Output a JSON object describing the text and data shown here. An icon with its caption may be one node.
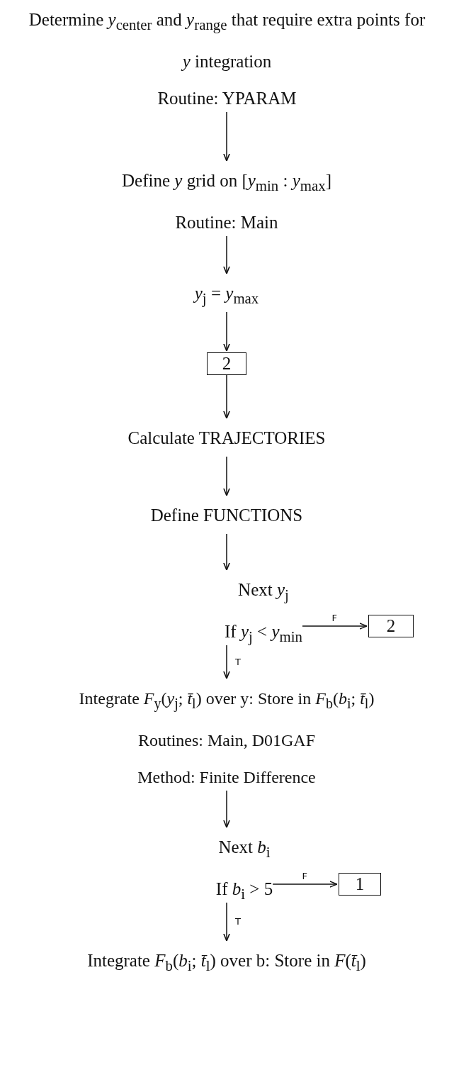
{
  "diagram": {
    "nodes": [
      {
        "text": [
          "Determine *y*$_{center}$ and *y*$_{range}$ that require extra points for *y* integration",
          "Routine: YPARAM"
        ]
      },
      {
        "text": [
          "Define *y* grid on [*y*$_{min}$ : *y*$_{max}$]",
          "Routine: Main"
        ]
      },
      {
        "text": [
          "*y*$_{j}$ = *y*$_{max}$"
        ]
      },
      {
        "text": [
          "2"
        ]
      },
      {
        "text": [
          "Calculate TRAJECTORIES"
        ]
      },
      {
        "text": [
          "Define FUNCTIONS"
        ]
      },
      {
        "text": [
          "Next *y*$_{j}$",
          "If *y*$_{j}$ < *y*$_{min}$"
        ]
      },
      {
        "text": [
          "2"
        ]
      },
      {
        "text": [
          "Integrate *F*$_{y}$(*y*$_{j}$; *t̄*$_{l}$) over y: Store in *F*$_{b}$(*b*$_{i}$; *t̄*$_{l}$)",
          "Routines: Main, D01GAF",
          "Method: Finite Difference"
        ]
      },
      {
        "text": [
          "Next *b*$_{i}$",
          "If *b*$_{i}$ > 5"
        ]
      },
      {
        "text": [
          "1"
        ]
      },
      {
        "text": [
          "Integrate *F*$_{b}$(*b*$_{i}$; *t̄*$_{l}$) over b: Store in *F*(*t̄*$_{l}$)"
        ]
      }
    ],
    "edges": [
      {
        "from": 0,
        "to": 1,
        "arrow": "to"
      },
      {
        "from": 1,
        "to": 2,
        "arrow": "to"
      },
      {
        "from": 2,
        "to": 3,
        "arrow": "to"
      },
      {
        "from": 3,
        "to": 4,
        "arrow": "to"
      },
      {
        "from": 4,
        "to": 5,
        "arrow": "to"
      },
      {
        "from": 5,
        "to": 6,
        "arrow": "to"
      },
      {
        "from": 6,
        "to": 7,
        "label": "F",
        "arrow": "to"
      },
      {
        "from": 6,
        "to": 8,
        "label": "T",
        "arrow": "to"
      },
      {
        "from": 8,
        "to": 9,
        "arrow": "to"
      },
      {
        "from": 9,
        "to": 10,
        "label": "F",
        "arrow": "to"
      },
      {
        "from": 9,
        "to": 11,
        "label": "T",
        "arrow": "to"
      }
    ]
  }
}
